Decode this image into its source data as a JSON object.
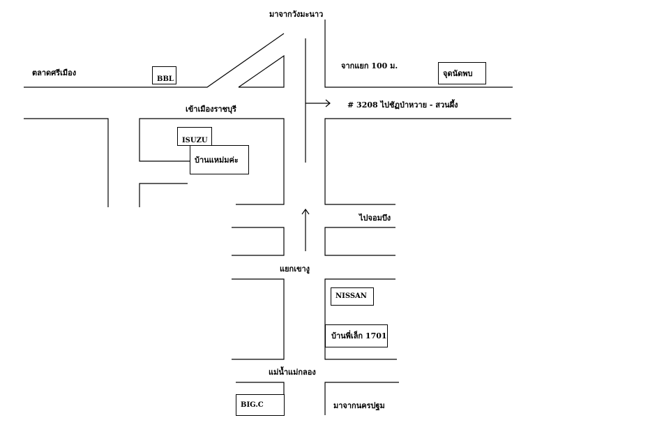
{
  "labels": {
    "from_wang_manao": "มาจากวังมะนาว",
    "talad_sri_mueang": "ตลาดศรีเมือง",
    "into_ratchaburi": "เข้าเมืองราชบุรี",
    "from_junction": "จากแยก 100 ม.",
    "route_3208": "# 3208 ไปชัฏป่าหวาย - สวนผึ้ง",
    "to_chom_bueng": "ไปจอมบึง",
    "khao_ngu_junction": "แยกเขางู",
    "mae_klong_river": "แม่น้ำแม่กลอง",
    "from_nakhon_pathom": "มาจากนครปฐม"
  },
  "landmarks": {
    "bbl": "BBL",
    "isuzu": "ISUZU",
    "maem_house": "บ้านแหม่มค่ะ",
    "meeting_point": "จุดนัดพบ",
    "nissan": "NISSAN",
    "phi_lek_house": "บ้านพี่เล็ก 1701",
    "big_c": "BIG.C"
  },
  "colors": {
    "line": "#000000",
    "background": "#ffffff"
  }
}
